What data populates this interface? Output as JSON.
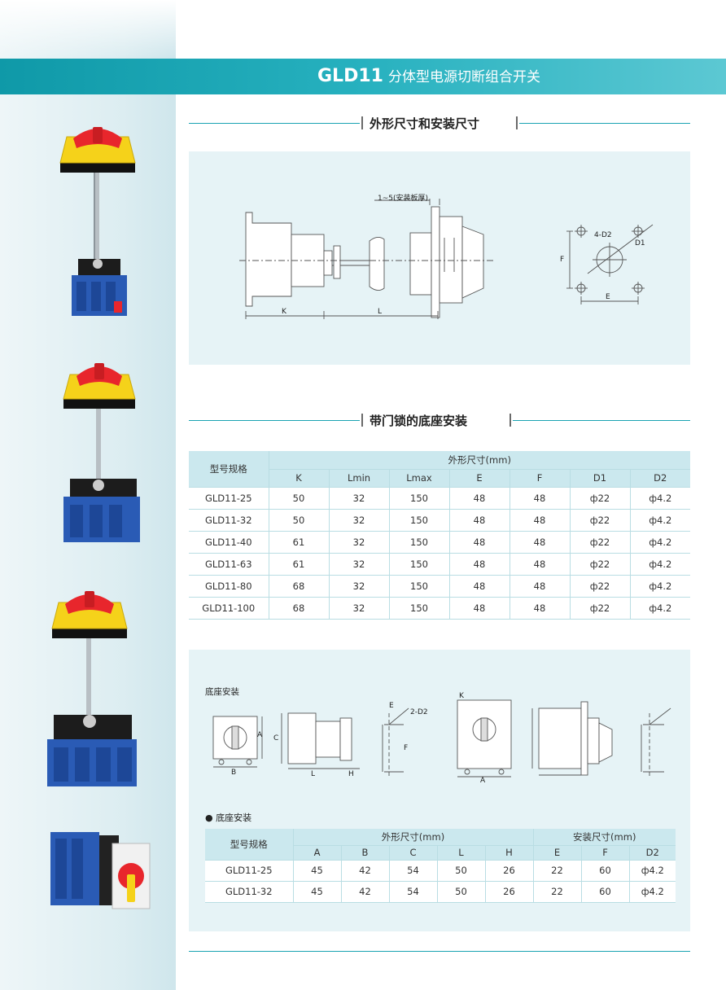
{
  "header": {
    "model": "GLD11",
    "subtitle": "分体型电源切断组合开关"
  },
  "section1": {
    "title": "外形尺寸和安装尺寸",
    "drawing_labels": {
      "plate": "1~5(安装板厚)",
      "k": "K",
      "l": "L",
      "d2": "4-D2",
      "d1": "D1",
      "f": "F",
      "e": "E"
    }
  },
  "section2": {
    "title": "带门锁的底座安装",
    "table": {
      "model_header": "型号规格",
      "group_header": "外形尺寸(mm)",
      "columns": [
        "K",
        "Lmin",
        "Lmax",
        "E",
        "F",
        "D1",
        "D2"
      ],
      "rows": [
        {
          "model": "GLD11-25",
          "values": [
            "50",
            "32",
            "150",
            "48",
            "48",
            "ф22",
            "ф4.2"
          ]
        },
        {
          "model": "GLD11-32",
          "values": [
            "50",
            "32",
            "150",
            "48",
            "48",
            "ф22",
            "ф4.2"
          ]
        },
        {
          "model": "GLD11-40",
          "values": [
            "61",
            "32",
            "150",
            "48",
            "48",
            "ф22",
            "ф4.2"
          ]
        },
        {
          "model": "GLD11-63",
          "values": [
            "61",
            "32",
            "150",
            "48",
            "48",
            "ф22",
            "ф4.2"
          ]
        },
        {
          "model": "GLD11-80",
          "values": [
            "68",
            "32",
            "150",
            "48",
            "48",
            "ф22",
            "ф4.2"
          ]
        },
        {
          "model": "GLD11-100",
          "values": [
            "68",
            "32",
            "150",
            "48",
            "48",
            "ф22",
            "ф4.2"
          ]
        }
      ]
    }
  },
  "section3": {
    "drawing_title": "底座安装",
    "drawing_labels": {
      "a": "A",
      "b": "B",
      "c": "C",
      "l": "L",
      "h": "H",
      "e": "E",
      "f": "F",
      "d2": "2-D2",
      "k": "K"
    },
    "bullet": "●",
    "table_title": "底座安装",
    "table": {
      "model_header": "型号规格",
      "group1": "外形尺寸(mm)",
      "group2": "安装尺寸(mm)",
      "columns": [
        "A",
        "B",
        "C",
        "L",
        "H",
        "E",
        "F",
        "D2"
      ],
      "rows": [
        {
          "model": "GLD11-25",
          "values": [
            "45",
            "42",
            "54",
            "50",
            "26",
            "22",
            "60",
            "ф4.2"
          ]
        },
        {
          "model": "GLD11-32",
          "values": [
            "45",
            "42",
            "54",
            "50",
            "26",
            "22",
            "60",
            "ф4.2"
          ]
        }
      ]
    }
  },
  "colors": {
    "accent": "#1aa3b2",
    "panel": "#e6f3f6",
    "switch_red": "#e8262c",
    "switch_yellow": "#f5d21a",
    "switch_blue": "#2a5bb5"
  }
}
